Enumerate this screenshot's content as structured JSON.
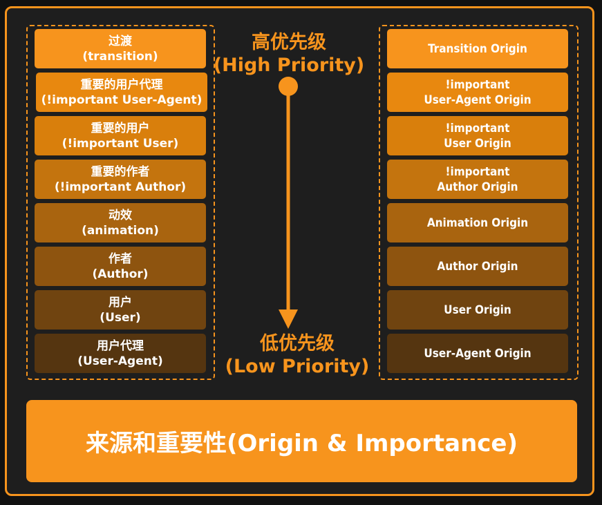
{
  "top_label": {
    "zh": "高优先级",
    "en": "(High Priority)"
  },
  "bottom_label": {
    "zh": "低优先级",
    "en": "(Low Priority)"
  },
  "left_items": [
    {
      "line1": "过渡",
      "line2": "(transition)",
      "color": "#f7941d"
    },
    {
      "line1": "重要的用户代理",
      "line2": "(!important User-Agent)",
      "color": "#e8880f"
    },
    {
      "line1": "重要的用户",
      "line2": "(!important User)",
      "color": "#d97f0c"
    },
    {
      "line1": "重要的作者",
      "line2": "(!important Author)",
      "color": "#c4740e"
    },
    {
      "line1": "动效",
      "line2": "(animation)",
      "color": "#a9640f"
    },
    {
      "line1": "作者",
      "line2": "(Author)",
      "color": "#8e540f"
    },
    {
      "line1": "用户",
      "line2": "(User)",
      "color": "#704410"
    },
    {
      "line1": "用户代理",
      "line2": "(User-Agent)",
      "color": "#553510"
    }
  ],
  "right_items": [
    {
      "line1": "Transition Origin",
      "line2": "",
      "color": "#f7941d"
    },
    {
      "line1": "!important",
      "line2": "User-Agent Origin",
      "color": "#e8880f"
    },
    {
      "line1": "!important",
      "line2": "User Origin",
      "color": "#d97f0c"
    },
    {
      "line1": "!important",
      "line2": "Author Origin",
      "color": "#c4740e"
    },
    {
      "line1": "Animation Origin",
      "line2": "",
      "color": "#a9640f"
    },
    {
      "line1": "Author Origin",
      "line2": "",
      "color": "#8e540f"
    },
    {
      "line1": "User Origin",
      "line2": "",
      "color": "#704410"
    },
    {
      "line1": "User-Agent Origin",
      "line2": "",
      "color": "#553510"
    }
  ],
  "banner": {
    "text": "来源和重要性(Origin & Importance)"
  },
  "colors": {
    "accent": "#f7941d",
    "background": "#1e1e1e"
  }
}
